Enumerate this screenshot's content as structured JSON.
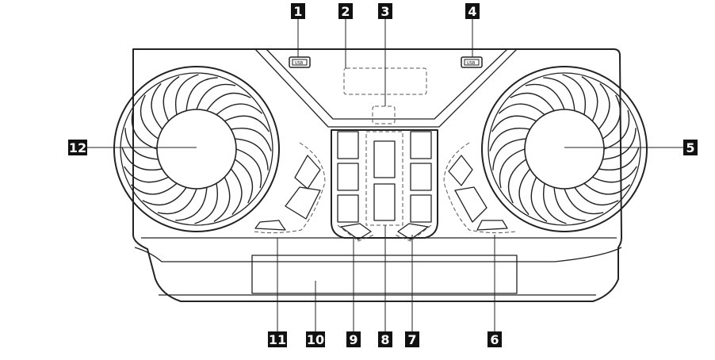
{
  "callouts": [
    {
      "id": "1",
      "label": "1"
    },
    {
      "id": "2",
      "label": "2"
    },
    {
      "id": "3",
      "label": "3"
    },
    {
      "id": "4",
      "label": "4"
    },
    {
      "id": "5",
      "label": "5"
    },
    {
      "id": "6",
      "label": "6"
    },
    {
      "id": "7",
      "label": "7"
    },
    {
      "id": "8",
      "label": "8"
    },
    {
      "id": "9",
      "label": "9"
    },
    {
      "id": "10",
      "label": "10"
    },
    {
      "id": "11",
      "label": "11"
    },
    {
      "id": "12",
      "label": "12"
    }
  ],
  "usb_port_label": "USB",
  "fan_blade_count": 24
}
